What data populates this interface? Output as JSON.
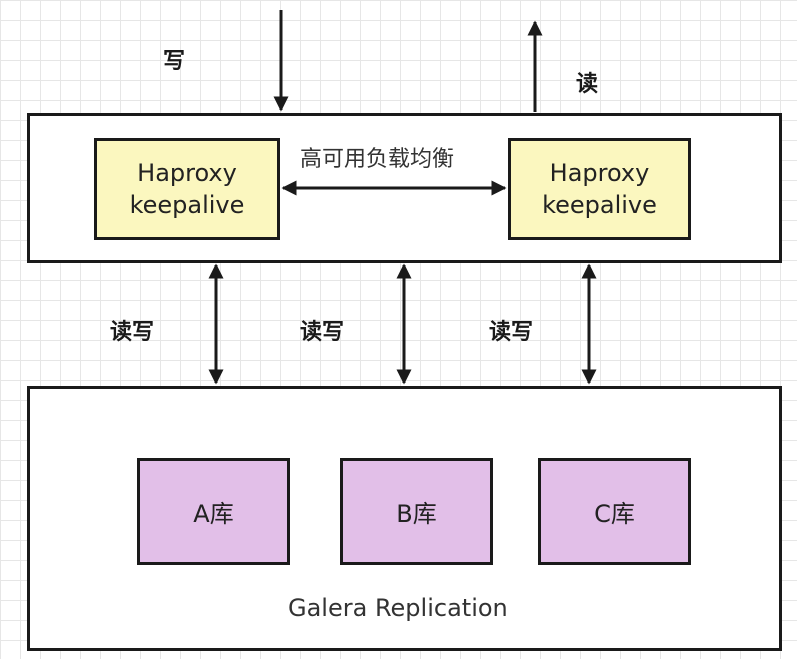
{
  "labels": {
    "write": "写",
    "read": "读",
    "load_balancer": "高可用负载均衡",
    "read_write_1": "读写",
    "read_write_2": "读写",
    "read_write_3": "读写",
    "galera": "Galera Replication"
  },
  "proxies": [
    {
      "line1": "Haproxy",
      "line2": "keepalive"
    },
    {
      "line1": "Haproxy",
      "line2": "keepalive"
    }
  ],
  "databases": [
    "A库",
    "B库",
    "C库"
  ],
  "colors": {
    "proxy_fill": "#fbf7bf",
    "db_fill": "#e2bfe8",
    "stroke": "#1a1a1a"
  }
}
